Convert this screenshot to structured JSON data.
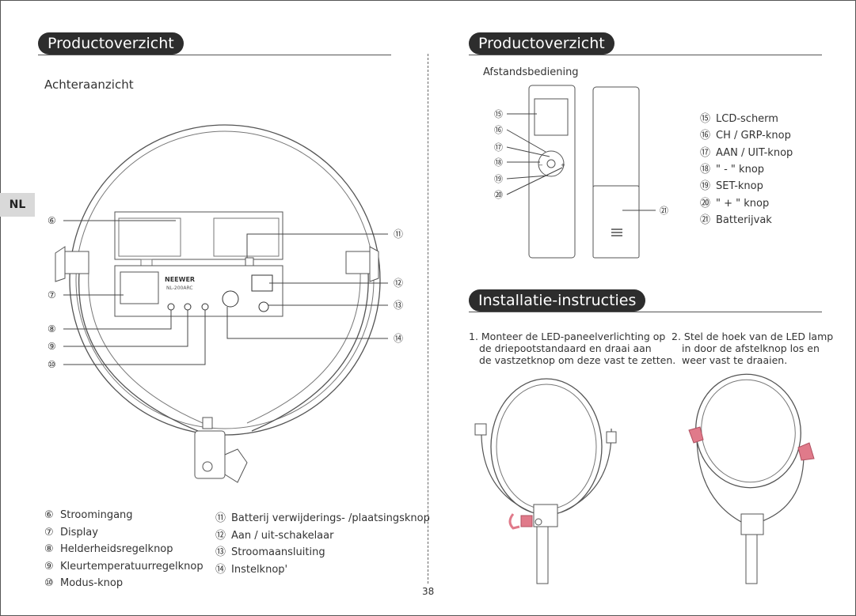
{
  "left": {
    "header": "Productoverzicht",
    "subtitle": "Achteraanzicht",
    "brand": "NEEWER",
    "model": "NL-200ARC",
    "callouts": [
      "⑥",
      "⑦",
      "⑧",
      "⑨",
      "⑩",
      "⑪",
      "⑫",
      "⑬",
      "⑭"
    ],
    "legend_left": [
      {
        "num": "⑥",
        "label": "Stroomingang"
      },
      {
        "num": "⑦",
        "label": "Display"
      },
      {
        "num": "⑧",
        "label": "Helderheidsregelknop"
      },
      {
        "num": "⑨",
        "label": "Kleurtemperatuurregelknop"
      },
      {
        "num": "⑩",
        "label": "Modus-knop"
      }
    ],
    "legend_right": [
      {
        "num": "⑪",
        "label": "Batterij verwijderings- /plaatsingsknop"
      },
      {
        "num": "⑫",
        "label": "Aan / uit-schakelaar"
      },
      {
        "num": "⑬",
        "label": "Stroomaansluiting"
      },
      {
        "num": "⑭",
        "label": "Instelknop'"
      }
    ]
  },
  "side_tab": "NL",
  "right": {
    "header": "Productoverzicht",
    "subtitle": "Afstandsbediening",
    "remote_callouts": [
      "⑮",
      "⑯",
      "⑰",
      "⑱",
      "⑲",
      "⑳",
      "㉑"
    ],
    "legend": [
      {
        "num": "⑮",
        "label": "LCD-scherm"
      },
      {
        "num": "⑯",
        "label": "CH / GRP-knop"
      },
      {
        "num": "⑰",
        "label": "AAN / UIT-knop"
      },
      {
        "num": "⑱",
        "label": "\" - \" knop"
      },
      {
        "num": "⑲",
        "label": "SET-knop"
      },
      {
        "num": "⑳",
        "label": "\" + \" knop"
      },
      {
        "num": "㉑",
        "label": "Batterijvak"
      }
    ],
    "install_header": "Installatie-instructies",
    "step1": [
      "1. Monteer de LED-paneelverlichting op",
      "de driepootstandaard en draai aan",
      "de vastzetknop om deze vast te zetten."
    ],
    "step2": [
      "2. Stel de hoek van de LED lamp",
      "in door de afstelknop los en",
      "weer vast te draaien."
    ]
  },
  "page_number": "38",
  "colors": {
    "header_bg": "#2d2d2d",
    "accent_pink": "#e07a8a",
    "line": "#555555"
  }
}
